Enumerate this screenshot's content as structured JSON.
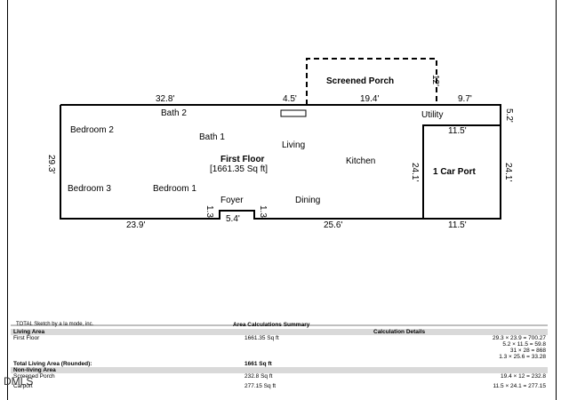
{
  "floor_plan": {
    "title": "First Floor",
    "area_label": "[1661.35 Sq ft]",
    "rooms": {
      "bath2": "Bath 2",
      "bedroom2": "Bedroom 2",
      "bath1": "Bath 1",
      "living": "Living",
      "kitchen": "Kitchen",
      "utility": "Utility",
      "bedroom3": "Bedroom 3",
      "bedroom1": "Bedroom 1",
      "foyer": "Foyer",
      "dining": "Dining",
      "screened_porch": "Screened Porch",
      "carport": "1 Car Port"
    },
    "dimensions": {
      "top_left": "32.8'",
      "top_mid": "4.5'",
      "top_porch": "19.4'",
      "top_right": "9.7'",
      "porch_side": "12'",
      "utility_side": "5.2'",
      "carport_top": "11.5'",
      "left_side": "29.3'",
      "kitchen_side": "24.1'",
      "carport_side": "24.1'",
      "bottom_left": "23.9'",
      "bottom_notch": "5.4'",
      "notch_left": "1.3'",
      "notch_right": "1.3'",
      "bottom_mid": "25.6'",
      "bottom_right": "11.5'"
    }
  },
  "summary": {
    "software_credit": "TOTAL Sketch by a la mode, inc.",
    "title": "Area Calculations Summary",
    "living_area_header": "Living Area",
    "calc_details_header": "Calculation Details",
    "first_floor_label": "First Floor",
    "first_floor_value": "1661.35 Sq ft",
    "calc_lines": [
      "29.3 × 23.9  =  700.27",
      "5.2 × 11.5  =  59.8",
      "31 × 28  =  868",
      "1.3 × 25.6  =  33.28"
    ],
    "total_label": "Total Living Area (Rounded):",
    "total_value": "1661 Sq ft",
    "nonliving_header": "Non-living Area",
    "porch_label": "Screened Porch",
    "porch_value": "232.8 Sq ft",
    "porch_calc": "19.4 × 12  =  232.8",
    "carport_label": "Carport",
    "carport_value": "277.15 Sq ft",
    "carport_calc": "11.5 × 24.1  =  277.15"
  },
  "watermark": "DMLS"
}
